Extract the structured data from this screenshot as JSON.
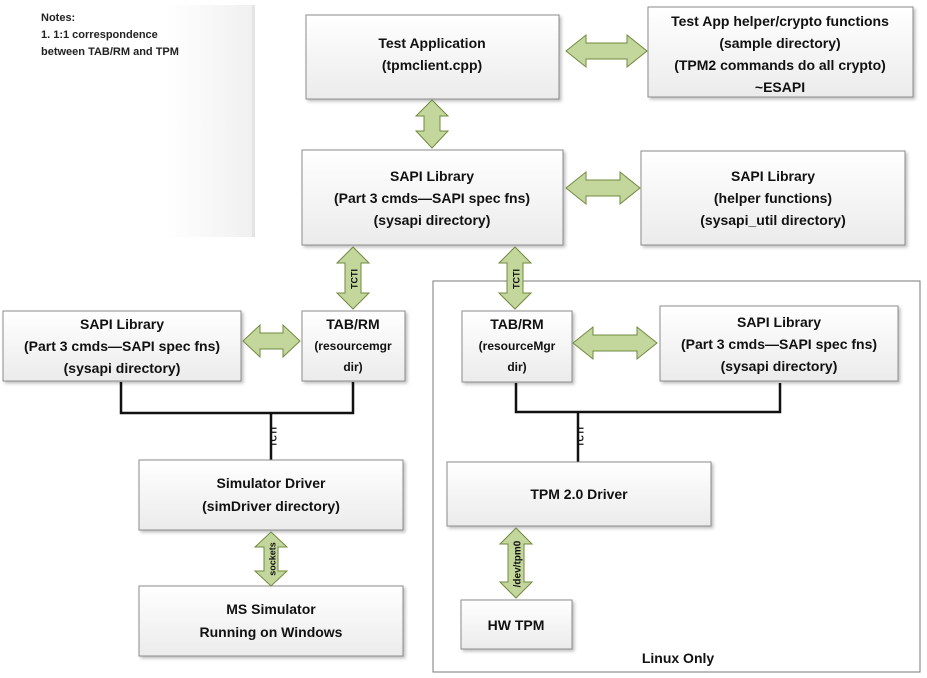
{
  "notes": {
    "heading": "Notes:",
    "lines": [
      "1.  1:1 correspondence",
      "between TAB/RM and TPM"
    ]
  },
  "boxes": {
    "test_app": {
      "lines": [
        "Test Application",
        "(tpmclient.cpp)"
      ]
    },
    "helper_crypto": {
      "lines": [
        "Test App helper/crypto functions",
        "(sample directory)",
        "(TPM2 commands do all crypto)",
        "~ESAPI"
      ]
    },
    "sapi_main": {
      "lines": [
        "SAPI Library",
        "(Part 3 cmds—SAPI spec fns)",
        "(sysapi directory)"
      ]
    },
    "sapi_helper": {
      "lines": [
        "SAPI Library",
        "(helper functions)",
        "(sysapi_util directory)"
      ]
    },
    "sapi_left": {
      "lines": [
        "SAPI Library",
        "(Part 3 cmds—SAPI spec fns)",
        "(sysapi directory)"
      ]
    },
    "tabrm_left": {
      "lines": [
        "TAB/RM",
        "(resourcemgr",
        "dir)"
      ]
    },
    "sim_driver": {
      "lines": [
        "Simulator Driver",
        "(simDriver directory)"
      ]
    },
    "ms_sim": {
      "lines": [
        "MS Simulator",
        "Running on Windows"
      ]
    },
    "tabrm_right": {
      "lines": [
        "TAB/RM",
        "(resourceMgr",
        "dir)"
      ]
    },
    "sapi_right": {
      "lines": [
        "SAPI Library",
        "(Part 3 cmds—SAPI spec fns)",
        "(sysapi directory)"
      ]
    },
    "tpm_driver": {
      "lines": [
        "TPM 2.0 Driver"
      ]
    },
    "hw_tpm": {
      "lines": [
        "HW TPM"
      ]
    }
  },
  "region": {
    "label": "Linux Only"
  },
  "connectors": {
    "tcti": "TCTI",
    "sockets": "sockets",
    "dev_tpm0": "/dev/tpm0"
  },
  "colors": {
    "arrow_fill": "#c3d69b",
    "arrow_stroke": "#71893f",
    "box_stroke": "#8c8c8c",
    "box_fill_top": "#ffffff",
    "box_fill_bottom": "#ececec",
    "line": "#111111"
  }
}
